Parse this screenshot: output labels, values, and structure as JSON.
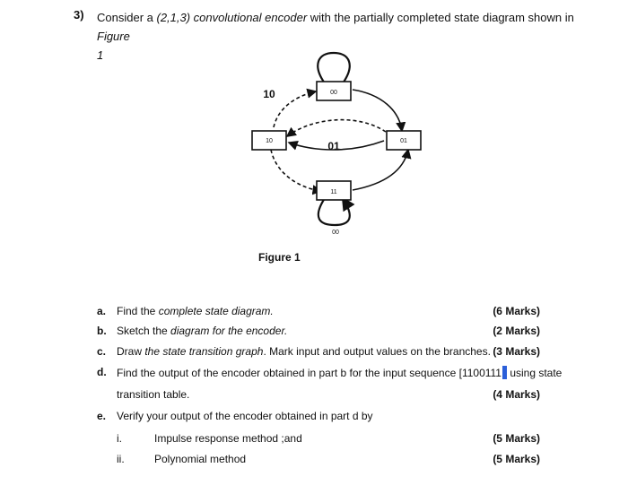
{
  "question": {
    "number": "3)",
    "intro": "Consider a ",
    "code": "(2,1,3) convolutional encoder",
    "mid": " with the partially completed state diagram shown in ",
    "figref": "Figure",
    "figref_num": "1"
  },
  "diagram": {
    "states": [
      "00",
      "10",
      "01",
      "11"
    ],
    "edge_labels": {
      "top_left": "10",
      "center": "01",
      "bottom": "00"
    }
  },
  "figure_caption": "Figure 1",
  "parts": [
    {
      "label": "a.",
      "pre": "Find the ",
      "em": "complete state diagram.",
      "post": "",
      "marks": "(6 Marks)"
    },
    {
      "label": "b.",
      "pre": "Sketch the ",
      "em": "diagram for the encoder.",
      "post": "",
      "marks": "(2 Marks)"
    },
    {
      "label": "c.",
      "pre": "Draw ",
      "em": "the state transition graph",
      "post": ". Mark input and output values on the branches.",
      "marks": "(3 Marks)"
    },
    {
      "label": "d.",
      "line1": "Find the output of the encoder obtained in part b for the input sequence [1100111",
      "line1_end": " using state",
      "line2": "transition table.",
      "marks": "(4 Marks)"
    },
    {
      "label": "e.",
      "text": "Verify your output of the encoder obtained in part d  by"
    }
  ],
  "subparts": [
    {
      "label": "i.",
      "text": "Impulse response method ;and",
      "marks": "(5 Marks)"
    },
    {
      "label": "ii.",
      "text": "Polynomial method",
      "marks": "(5 Marks)"
    }
  ]
}
